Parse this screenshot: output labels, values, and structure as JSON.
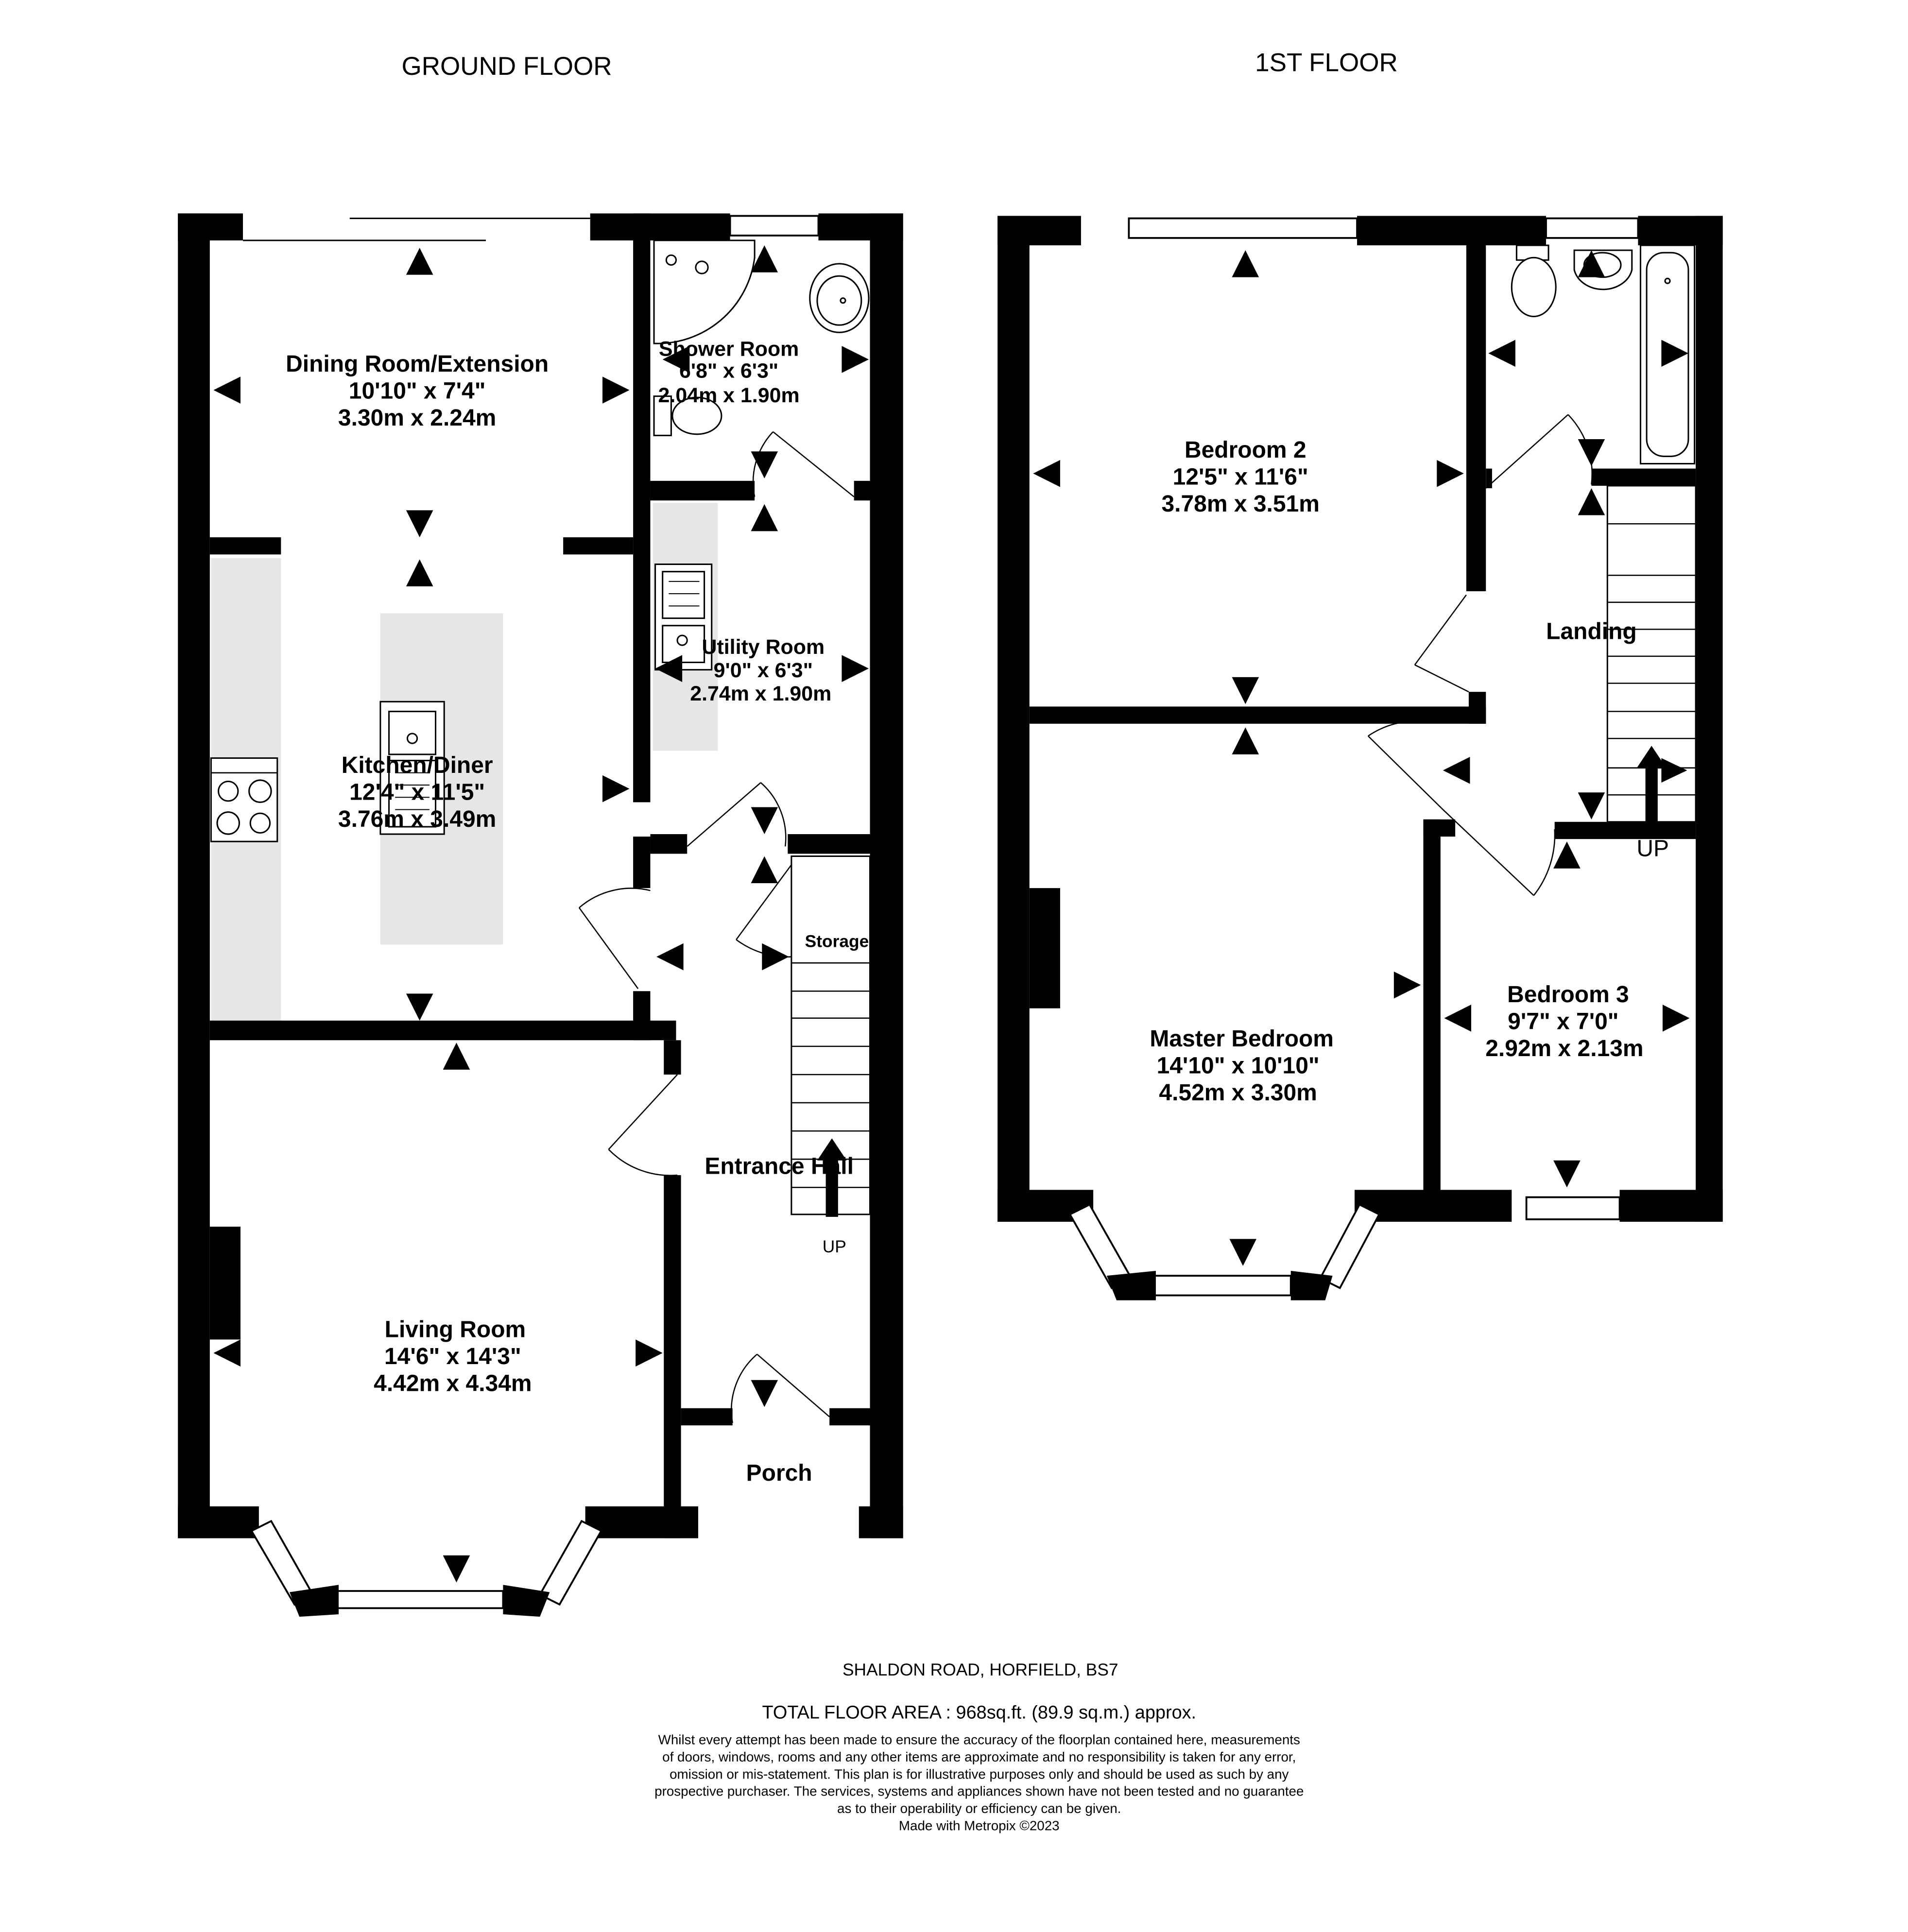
{
  "floors": {
    "ground": {
      "title": "GROUND FLOOR"
    },
    "first": {
      "title": "1ST FLOOR"
    }
  },
  "rooms": {
    "dining": {
      "name": "Dining Room/Extension",
      "imperial": "10'10\"  x 7'4\"",
      "metric": "3.30m  x 2.24m"
    },
    "kitchen": {
      "name": "Kitchen/Diner",
      "imperial": "12'4\"  x 11'5\"",
      "metric": "3.76m  x 3.49m"
    },
    "shower": {
      "name": "Shower Room",
      "imperial": "6'8\"  x 6'3\"",
      "metric": "2.04m  x 1.90m"
    },
    "utility": {
      "name": "Utility Room",
      "imperial": "9'0\"  x 6'3\"",
      "metric": "2.74m  x 1.90m"
    },
    "storage": {
      "name": "Storage"
    },
    "hall": {
      "name": "Entrance Hall"
    },
    "living": {
      "name": "Living Room",
      "imperial": "14'6\"  x 14'3\"",
      "metric": "4.42m  x 4.34m"
    },
    "porch": {
      "name": "Porch"
    },
    "bed2": {
      "name": "Bedroom 2",
      "imperial": "12'5\"  x 11'6\"",
      "metric": "3.78m  x 3.51m"
    },
    "landing": {
      "name": "Landing"
    },
    "master": {
      "name": "Master Bedroom",
      "imperial": "14'10\"  x 10'10\"",
      "metric": "4.52m  x 3.30m"
    },
    "bed3": {
      "name": "Bedroom 3",
      "imperial": "9'7\"  x 7'0\"",
      "metric": "2.92m  x 2.13m"
    }
  },
  "stairs": {
    "ground_up": "UP",
    "first_up": "UP"
  },
  "footer": {
    "address": "SHALDON ROAD, HORFIELD, BS7",
    "total_area": "TOTAL FLOOR AREA : 968sq.ft. (89.9 sq.m.) approx.",
    "disclaimer": [
      "Whilst every attempt has been made to ensure the accuracy of the floorplan contained here, measurements",
      "of doors, windows, rooms and any other items are approximate and no responsibility is taken for any error,",
      "omission or mis-statement. This plan is for illustrative purposes only and should be used as such by any",
      "prospective purchaser. The services, systems and appliances shown have not been tested and no guarantee",
      "as to their operability or efficiency can be given."
    ],
    "credit": "Made with Metropix ©2023"
  }
}
